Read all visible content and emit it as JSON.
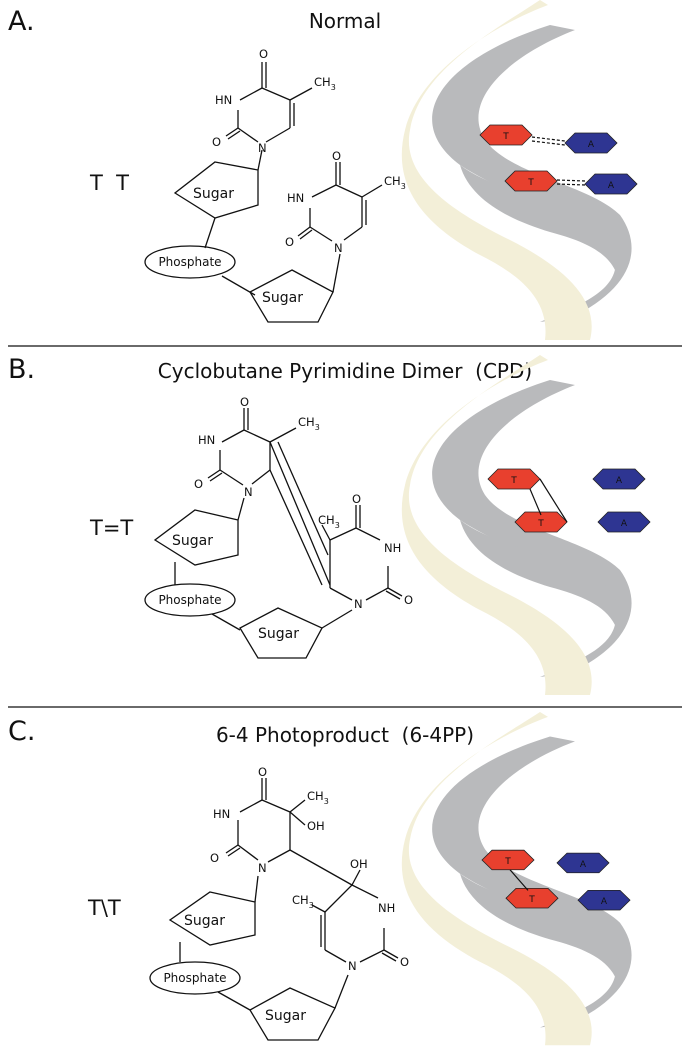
{
  "panels": [
    {
      "letter": "A.",
      "title": "Normal",
      "side_label": "T  T",
      "sugar_1": "Sugar",
      "sugar_2": "Sugar",
      "phosphate": "Phosphate",
      "base_labels": {
        "t1": "T",
        "a1": "A",
        "t2": "T",
        "a2": "A"
      }
    },
    {
      "letter": "B.",
      "title": "Cyclobutane Pyrimidine Dimer  (CPD)",
      "side_label": "T=T",
      "sugar_1": "Sugar",
      "sugar_2": "Sugar",
      "phosphate": "Phosphate",
      "base_labels": {
        "t1": "T",
        "a1": "A",
        "t2": "T",
        "a2": "A"
      }
    },
    {
      "letter": "C.",
      "title": "6-4 Photoproduct  (6-4PP)",
      "side_label": "T\\T",
      "sugar_1": "Sugar",
      "sugar_2": "Sugar",
      "phosphate": "Phosphate",
      "base_labels": {
        "t1": "T",
        "a1": "A",
        "t2": "T",
        "a2": "A"
      }
    }
  ],
  "atoms": {
    "o": "O",
    "hn": "HN",
    "nh": "NH",
    "n": "N",
    "ch3": "CH",
    "ch3_sub": "3",
    "oh": "OH"
  },
  "colors": {
    "thymine": "#e8402e",
    "adenine": "#2e3592",
    "ribbon_cream": "#f3efd8",
    "ribbon_gray": "#b9babc"
  }
}
